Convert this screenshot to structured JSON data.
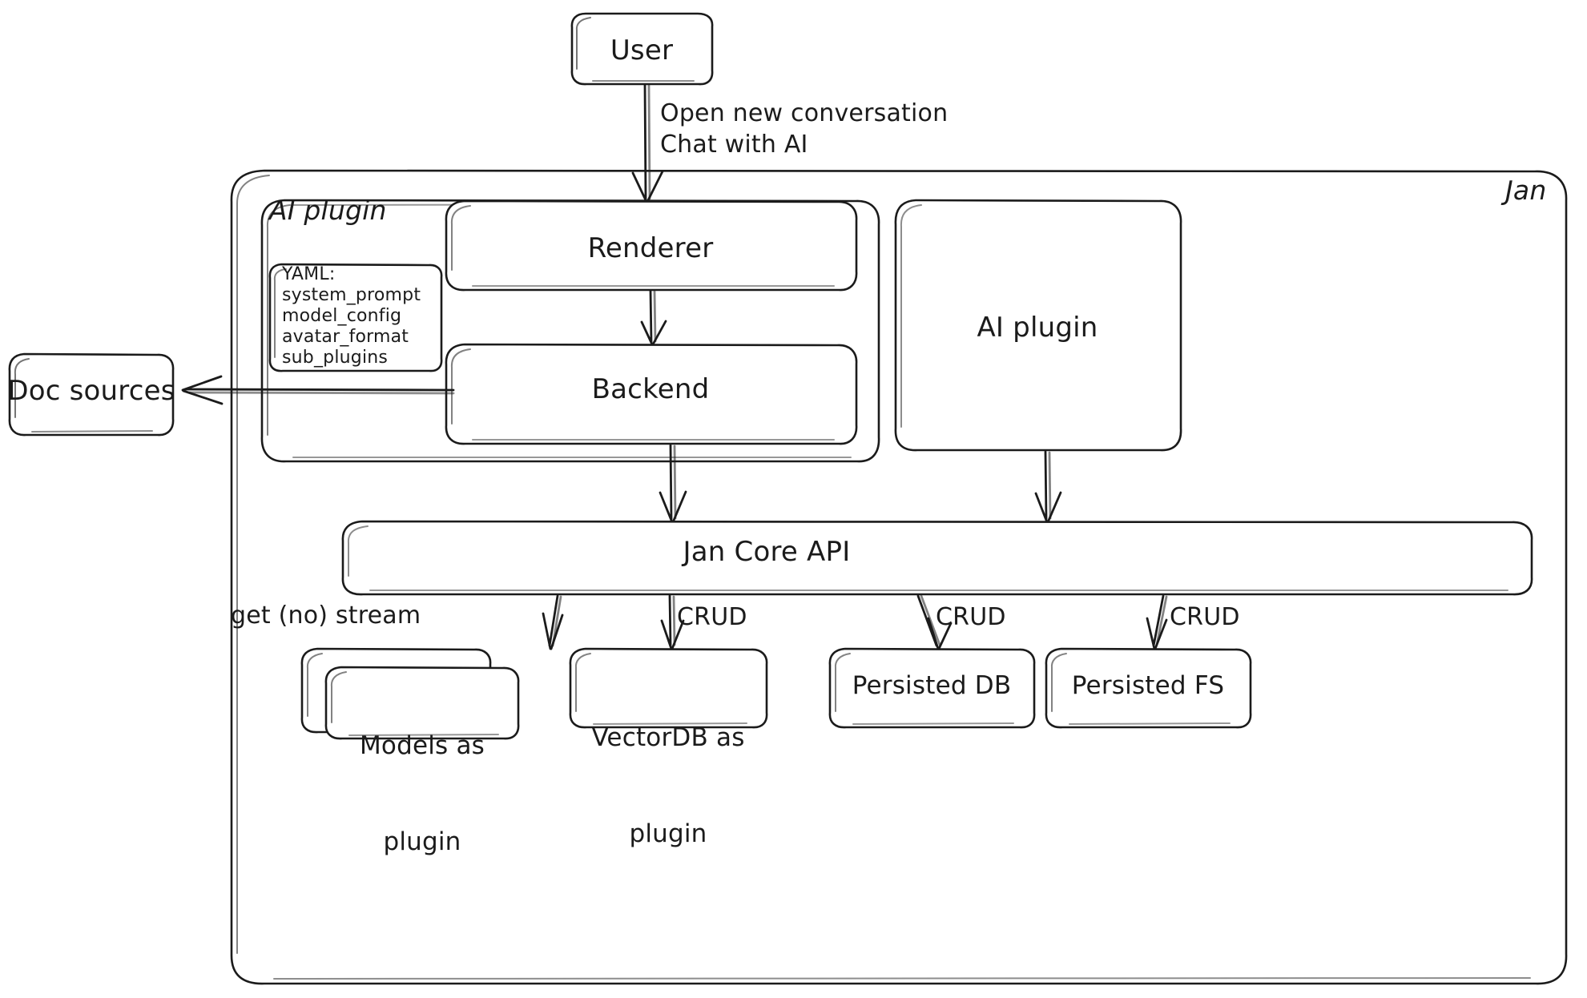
{
  "diagram": {
    "title": "Jan architecture sketch",
    "style": "hand-drawn",
    "stroke_color": "#1b1b1b",
    "background_color": "#ffffff"
  },
  "containers": {
    "jan": {
      "label": "Jan"
    },
    "ai_plugin_group": {
      "label": "AI plugin"
    }
  },
  "nodes": {
    "user": {
      "label": "User"
    },
    "renderer": {
      "label": "Renderer"
    },
    "backend": {
      "label": "Backend"
    },
    "ai_plugin": {
      "label": "AI plugin"
    },
    "doc_sources": {
      "label": "Doc sources"
    },
    "jan_core_api": {
      "label": "Jan Core API"
    },
    "models_as_plugin": {
      "line1": "Models as",
      "line2": "plugin"
    },
    "vectordb_as_plugin": {
      "line1": "VectorDB as",
      "line2": "plugin"
    },
    "persisted_db": {
      "label": "Persisted DB"
    },
    "persisted_fs": {
      "label": "Persisted FS"
    }
  },
  "yaml_note": {
    "title": "YAML:",
    "keys": [
      "system_prompt",
      "model_config",
      "avatar_format",
      "sub_plugins"
    ]
  },
  "edge_labels": {
    "user_to_renderer_line1": "Open new conversation",
    "user_to_renderer_line2": "Chat with AI",
    "core_to_models": "get (no) stream",
    "core_to_vectordb": "CRUD",
    "core_to_persisted_db": "CRUD",
    "core_to_persisted_fs": "CRUD"
  }
}
